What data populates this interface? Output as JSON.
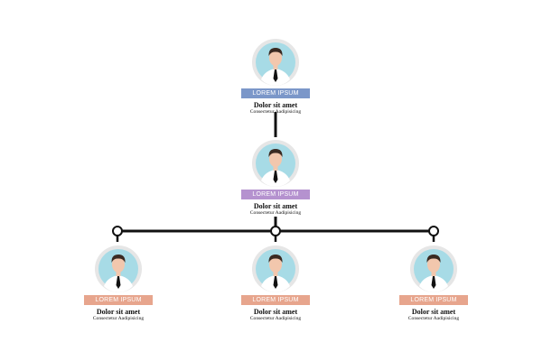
{
  "colors": {
    "line": "#111111",
    "avatar_ring": "#e6e6e6",
    "avatar_bg": "#a7dbe6",
    "shirt": "#ffffff",
    "skin": "#f2c7ad",
    "hair": "#3a2a22",
    "tie": "#111111"
  },
  "nodes": {
    "top": {
      "banner": "LOREM IPSUM",
      "name": "Dolor sit amet",
      "role": "Consectetur Aadipisicing",
      "color": "#7b97c9"
    },
    "middle": {
      "banner": "LOREM IPSUM",
      "name": "Dolor sit amet",
      "role": "Consectetur Aadipisicing",
      "color": "#b592cf"
    },
    "left": {
      "banner": "LOREM IPSUM",
      "name": "Dolor sit amet",
      "role": "Consectetur Aadipisicing",
      "color": "#e7a58d"
    },
    "center": {
      "banner": "LOREM IPSUM",
      "name": "Dolor sit amet",
      "role": "Consectetur Aadipisicing",
      "color": "#e7a58d"
    },
    "right": {
      "banner": "LOREM IPSUM",
      "name": "Dolor sit amet",
      "role": "Consectetur Aadipisicing",
      "color": "#e7a58d"
    }
  }
}
